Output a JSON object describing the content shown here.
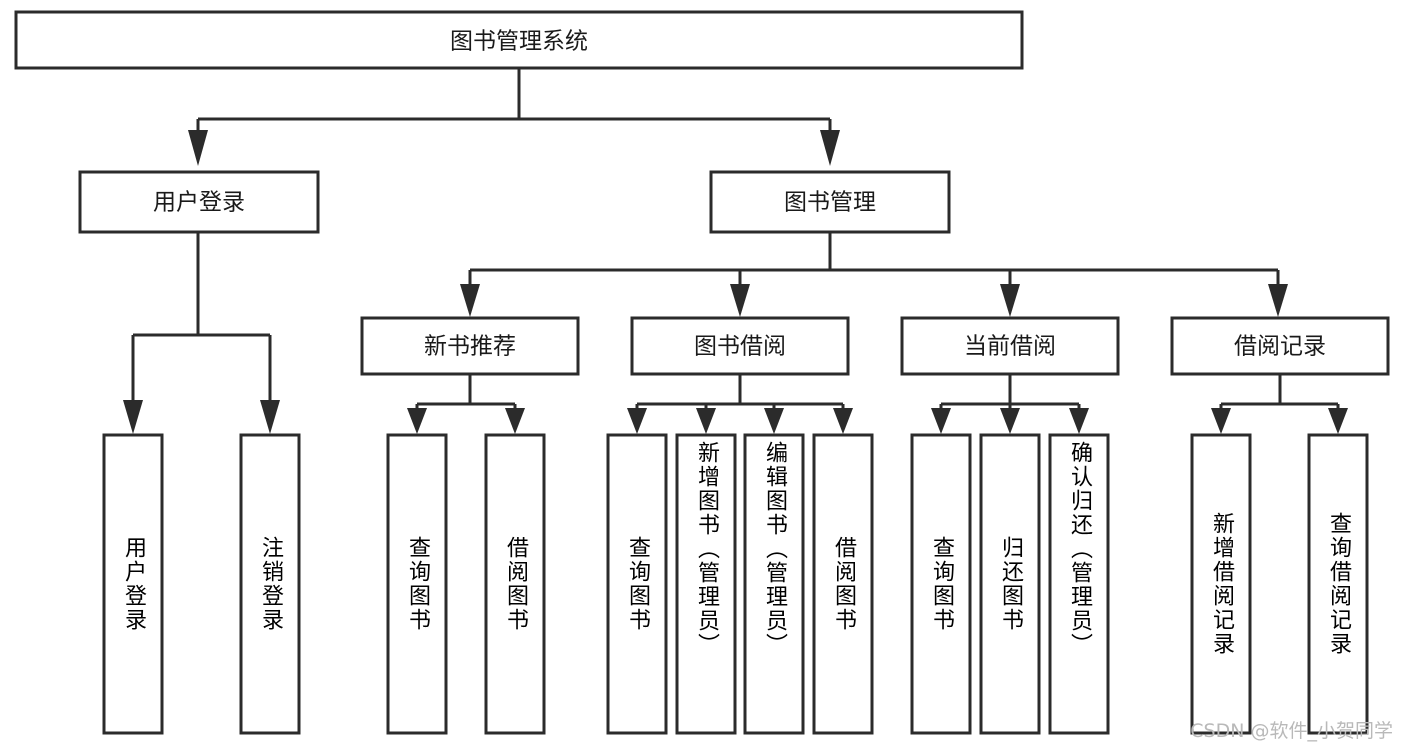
{
  "diagram": {
    "type": "tree-hierarchy",
    "title": "图书管理系统",
    "orientation": "top-down",
    "colors": {
      "box_fill": "#ffffff",
      "box_stroke": "#2b2b2b",
      "text": "#1a1a1a",
      "background": "#ffffff",
      "watermark": "#b9b9b9"
    },
    "root": {
      "label": "图书管理系统"
    },
    "level2": [
      {
        "id": "user-login",
        "label": "用户登录"
      },
      {
        "id": "book-manage",
        "label": "图书管理"
      }
    ],
    "level3": [
      {
        "id": "new-book-recommend",
        "label": "新书推荐",
        "parent": "book-manage"
      },
      {
        "id": "book-borrow",
        "label": "图书借阅",
        "parent": "book-manage"
      },
      {
        "id": "current-borrow",
        "label": "当前借阅",
        "parent": "book-manage"
      },
      {
        "id": "borrow-record",
        "label": "借阅记录",
        "parent": "book-manage"
      }
    ],
    "leaves": {
      "user-login": [
        {
          "id": "leaf-user-login",
          "label": "用户登录"
        },
        {
          "id": "leaf-logout",
          "label": "注销登录"
        }
      ],
      "new-book-recommend": [
        {
          "id": "leaf-query-book-1",
          "label": "查询图书"
        },
        {
          "id": "leaf-borrow-book-1",
          "label": "借阅图书"
        }
      ],
      "book-borrow": [
        {
          "id": "leaf-query-book-2",
          "label": "查询图书"
        },
        {
          "id": "leaf-add-book",
          "label": "新增图书（管理员）"
        },
        {
          "id": "leaf-edit-book",
          "label": "编辑图书（管理员）"
        },
        {
          "id": "leaf-borrow-book-2",
          "label": "借阅图书"
        }
      ],
      "current-borrow": [
        {
          "id": "leaf-query-book-3",
          "label": "查询图书"
        },
        {
          "id": "leaf-return-book",
          "label": "归还图书"
        },
        {
          "id": "leaf-confirm-return",
          "label": "确认归还（管理员）"
        }
      ],
      "borrow-record": [
        {
          "id": "leaf-add-record",
          "label": "新增借阅记录"
        },
        {
          "id": "leaf-query-record",
          "label": "查询借阅记录"
        }
      ]
    }
  },
  "watermark": {
    "text": "CSDN @软件_小贺同学"
  }
}
